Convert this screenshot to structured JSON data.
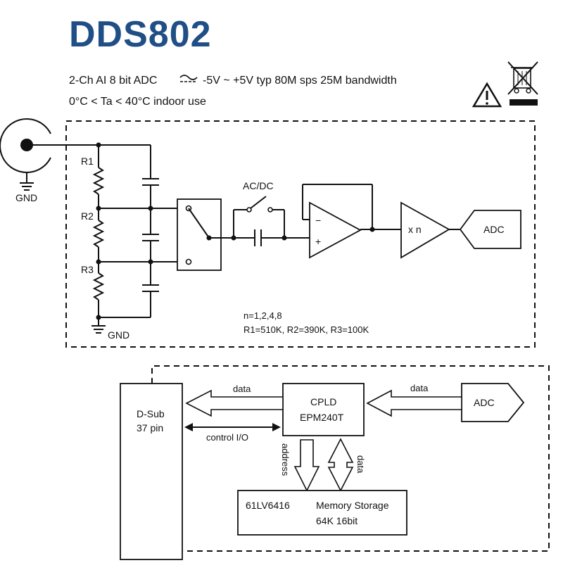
{
  "header": {
    "model": "DDS802",
    "spec_line1_a": "2-Ch AI  8 bit ADC",
    "spec_line1_b": "-5V ~ +5V typ  80M sps  25M bandwidth",
    "spec_line2": "0°C < Ta < 40°C  indoor use"
  },
  "icons": {
    "acdc": "ac-dc-symbol-icon",
    "warning": "warning-triangle-icon",
    "weee": "crossed-out-bin-icon"
  },
  "frontend": {
    "gnd_in": "GND",
    "r1": "R1",
    "r2": "R2",
    "r3": "R3",
    "gnd_bottom": "GND",
    "acdc": "AC/DC",
    "gain": "x n",
    "adc": "ADC",
    "note_n": "n=1,2,4,8",
    "note_r": "R1=510K, R2=390K, R3=100K"
  },
  "digital": {
    "dsub_line1": "D-Sub",
    "dsub_line2": "37 pin",
    "cpld_line1": "CPLD",
    "cpld_line2": "EPM240T",
    "adc": "ADC",
    "data_left": "data",
    "data_right": "data",
    "control": "control I/O",
    "address": "address",
    "data_vertical": "data",
    "mem_part": "61LV6416",
    "mem_title": "Memory Storage",
    "mem_size": "64K 16bit"
  }
}
